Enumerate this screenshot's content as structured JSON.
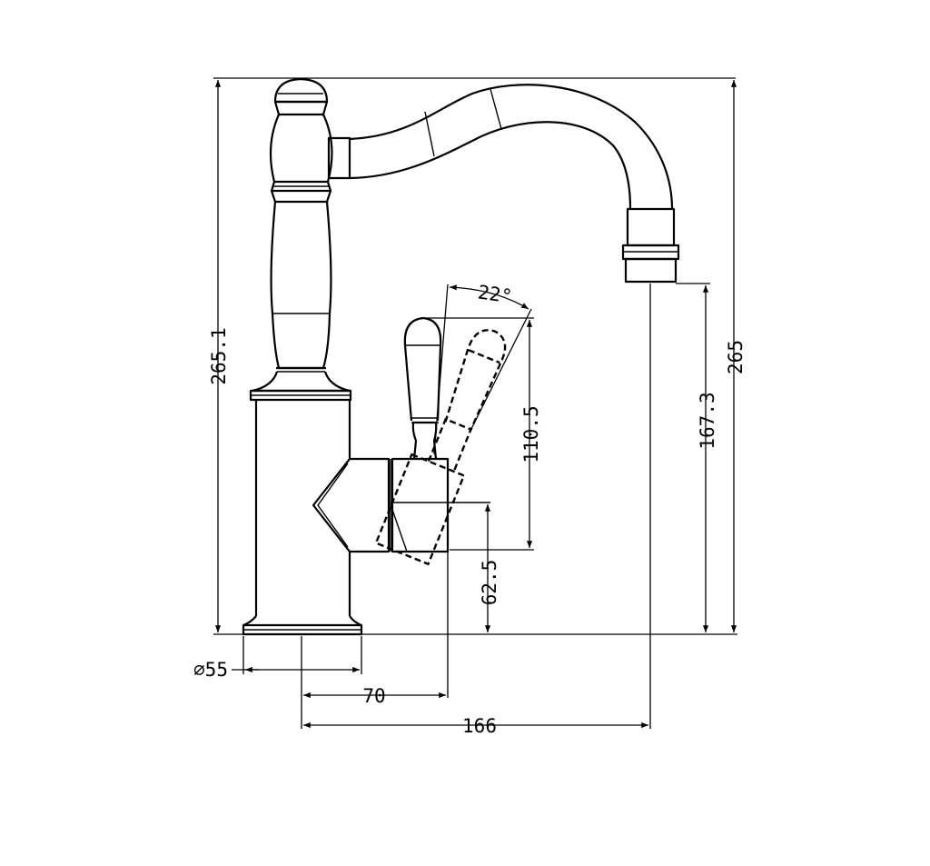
{
  "drawing": {
    "subject": "",
    "line_color": "#000000",
    "background": "#ffffff",
    "dimensions": {
      "overall_height_body": "265.1",
      "overall_height": "265",
      "spout_outlet_height": "167.3",
      "handle_height": "110.5",
      "handle_axis_height": "62.5",
      "handle_angle": "22°",
      "base_diameter": "⌀55",
      "handle_reach": "70",
      "spout_reach": "166"
    }
  }
}
